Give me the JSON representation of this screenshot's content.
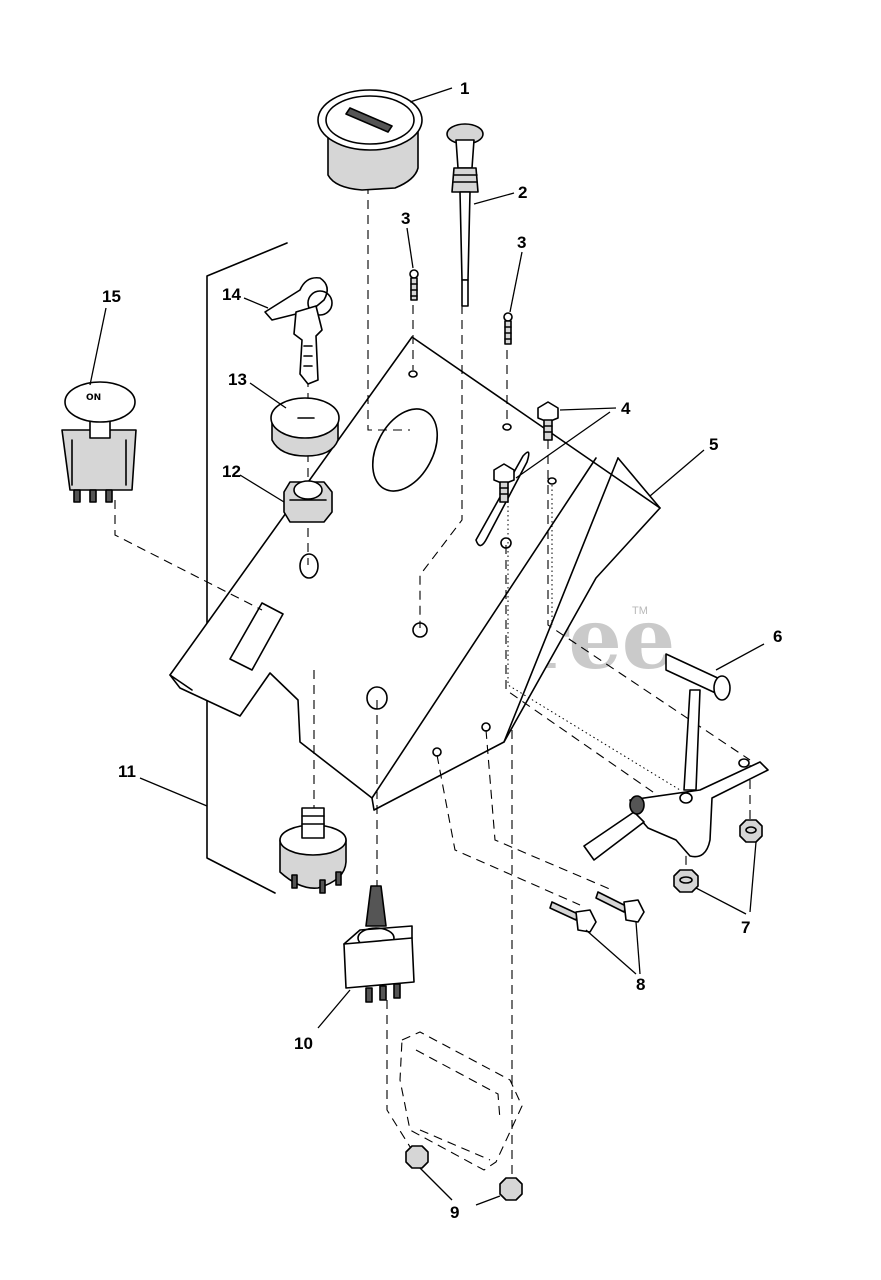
{
  "watermark": {
    "text": "PartsTree",
    "trademark": "TM"
  },
  "callouts": [
    "1",
    "2",
    "3",
    "3",
    "4",
    "5",
    "6",
    "7",
    "8",
    "9",
    "10",
    "11",
    "12",
    "13",
    "14",
    "15"
  ],
  "colors": {
    "line": "#000000",
    "watermark": "#b9b9b9",
    "shade": "#d6d6d6"
  }
}
